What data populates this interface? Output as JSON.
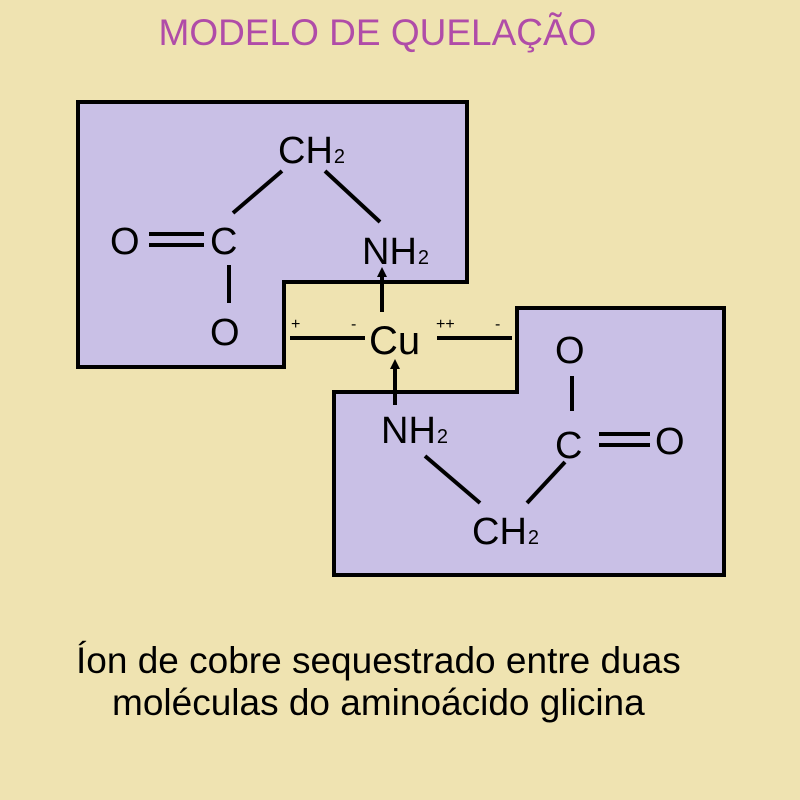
{
  "title": "MODELO DE QUELAÇÃO",
  "colors": {
    "background": "#efe3b1",
    "title": "#b04ca8",
    "box_fill": "#c9c0e6",
    "stroke": "#000000"
  },
  "molecule_top": {
    "ch2": "CH",
    "ch2_sub": "2",
    "c": "C",
    "o_double": "O",
    "o_single": "O",
    "nh2": "NH",
    "nh2_sub": "2"
  },
  "molecule_bottom": {
    "ch2": "CH",
    "ch2_sub": "2",
    "c": "C",
    "o_double": "O",
    "o_single": "O",
    "nh2": "NH",
    "nh2_sub": "2"
  },
  "center": {
    "metal": "Cu",
    "charge_metal": "++",
    "charge_left_plus": "+",
    "charge_left_minus": "-",
    "charge_right_minus": "-"
  },
  "caption": {
    "line1": "Íon de cobre sequestrado entre duas",
    "line2": "moléculas do aminoácido glicina"
  }
}
